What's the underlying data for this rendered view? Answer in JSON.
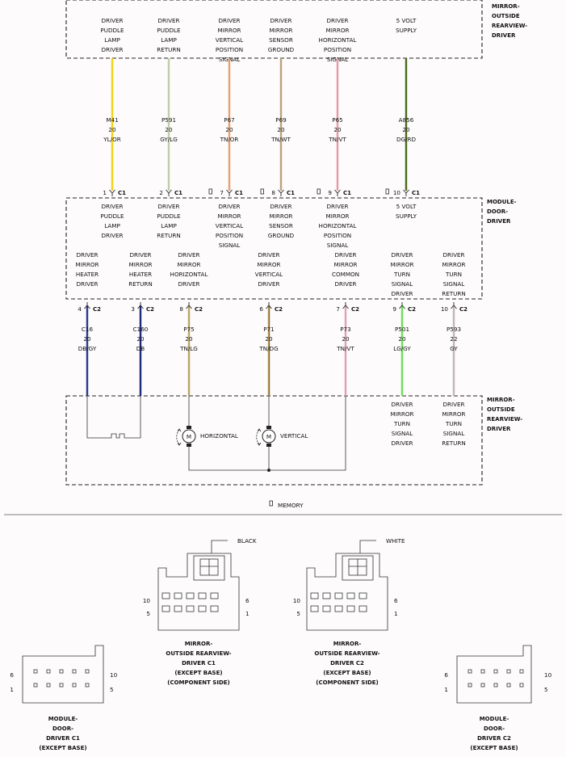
{
  "top_mirror": {
    "label": [
      "MIRROR-",
      "OUTSIDE",
      "REARVIEW-",
      "DRIVER"
    ],
    "pins": [
      [
        "DRIVER",
        "PUDDLE",
        "LAMP",
        "DRIVER"
      ],
      [
        "DRIVER",
        "PUDDLE",
        "LAMP",
        "RETURN"
      ],
      [
        "DRIVER",
        "MIRROR",
        "VERTICAL",
        "POSITION",
        "SIGNAL"
      ],
      [
        "DRIVER",
        "MIRROR",
        "SENSOR",
        "GROUND"
      ],
      [
        "DRIVER",
        "MIRROR",
        "HORIZONTAL",
        "POSITION",
        "SIGNAL"
      ],
      [
        "5 VOLT",
        "SUPPLY"
      ]
    ]
  },
  "c1_wires": [
    {
      "circuit": "M41",
      "gauge": "20",
      "color": "YL/OR",
      "pin": "1",
      "conn": "C1",
      "memory": false,
      "stroke": "#f2d21a",
      "stroke2": "#f2d21a"
    },
    {
      "circuit": "P591",
      "gauge": "20",
      "color": "GY/LG",
      "pin": "2",
      "conn": "C1",
      "memory": false,
      "stroke": "#b9cfa9",
      "stroke2": "#b9cfa9"
    },
    {
      "circuit": "P67",
      "gauge": "20",
      "color": "TN/OR",
      "pin": "7",
      "conn": "C1",
      "memory": true,
      "stroke": "#e8a070",
      "stroke2": "#e8a070"
    },
    {
      "circuit": "P69",
      "gauge": "20",
      "color": "TN/WT",
      "pin": "8",
      "conn": "C1",
      "memory": true,
      "stroke": "#bba27e",
      "stroke2": "#bba27e"
    },
    {
      "circuit": "P65",
      "gauge": "20",
      "color": "TN/VT",
      "pin": "9",
      "conn": "C1",
      "memory": true,
      "stroke": "#e69aa8",
      "stroke2": "#e69aa8"
    },
    {
      "circuit": "A856",
      "gauge": "20",
      "color": "DG/RD",
      "pin": "10",
      "conn": "C1",
      "memory": true,
      "stroke": "#4a6a1e",
      "stroke2": "#4a6a1e"
    }
  ],
  "module": {
    "label": [
      "MODULE-",
      "DOOR-",
      "DRIVER"
    ],
    "c1_pins": [
      [
        "DRIVER",
        "PUDDLE",
        "LAMP",
        "DRIVER"
      ],
      [
        "DRIVER",
        "PUDDLE",
        "LAMP",
        "RETURN"
      ],
      [
        "DRIVER",
        "MIRROR",
        "VERTICAL",
        "POSITION",
        "SIGNAL"
      ],
      [
        "DRIVER",
        "MIRROR",
        "SENSOR",
        "GROUND"
      ],
      [
        "DRIVER",
        "MIRROR",
        "HORIZONTAL",
        "POSITION",
        "SIGNAL"
      ],
      [
        "5 VOLT",
        "SUPPLY"
      ]
    ],
    "c2_pins": [
      [
        "DRIVER",
        "MIRROR",
        "HEATER",
        "DRIVER"
      ],
      [
        "DRIVER",
        "MIRROR",
        "HEATER",
        "RETURN"
      ],
      [
        "DRIVER",
        "MIRROR",
        "HORIZONTAL",
        "DRIVER"
      ],
      [
        "DRIVER",
        "MIRROR",
        "VERTICAL",
        "DRIVER"
      ],
      [
        "DRIVER",
        "MIRROR",
        "COMMON",
        "DRIVER"
      ],
      [
        "DRIVER",
        "MIRROR",
        "TURN",
        "SIGNAL",
        "DRIVER"
      ],
      [
        "DRIVER",
        "MIRROR",
        "TURN",
        "SIGNAL",
        "RETURN"
      ]
    ]
  },
  "c2_wires": [
    {
      "circuit": "C16",
      "gauge": "20",
      "color": "DB/GY",
      "pin": "4",
      "conn": "C2",
      "stroke": "#2a3a8a",
      "stroke2": "#2a3a8a"
    },
    {
      "circuit": "C160",
      "gauge": "20",
      "color": "DB",
      "pin": "3",
      "conn": "C2",
      "stroke": "#1c2a7a",
      "stroke2": "#1c2a7a"
    },
    {
      "circuit": "P75",
      "gauge": "20",
      "color": "TN/LG",
      "pin": "8",
      "conn": "C2",
      "stroke": "#c8a070",
      "stroke2": "#6ecb5a"
    },
    {
      "circuit": "P71",
      "gauge": "20",
      "color": "TN/DG",
      "pin": "6",
      "conn": "C2",
      "stroke": "#c08a5a",
      "stroke2": "#3a8a3a"
    },
    {
      "circuit": "P73",
      "gauge": "20",
      "color": "TN/VT",
      "pin": "7",
      "conn": "C2",
      "stroke": "#e0a0b4",
      "stroke2": "#e0a0b4"
    },
    {
      "circuit": "P501",
      "gauge": "20",
      "color": "LG/GY",
      "pin": "9",
      "conn": "C2",
      "stroke": "#6ee05a",
      "stroke2": "#6ee05a"
    },
    {
      "circuit": "P593",
      "gauge": "22",
      "color": "GY",
      "pin": "10",
      "conn": "C2",
      "stroke": "#c4b4be",
      "stroke2": "#c4b4be"
    }
  ],
  "bottom_mirror": {
    "label": [
      "MIRROR-",
      "OUTSIDE",
      "REARVIEW-",
      "DRIVER"
    ],
    "motor_glyph": "M",
    "horizontal_label": "HORIZONTAL",
    "vertical_label": "VERTICAL",
    "turn_pins": [
      [
        "DRIVER",
        "MIRROR",
        "TURN",
        "SIGNAL",
        "DRIVER"
      ],
      [
        "DRIVER",
        "MIRROR",
        "TURN",
        "SIGNAL",
        "RETURN"
      ]
    ]
  },
  "legend": {
    "memory_label": "MEMORY"
  },
  "connector_views": [
    {
      "id": "mirror-c1",
      "color_label": "BLACK",
      "pin_left_top": "10",
      "pin_left_bottom": "5",
      "pin_right_top": "6",
      "pin_right_bottom": "1",
      "caption": [
        "MIRROR-",
        "OUTSIDE REARVIEW-",
        "DRIVER C1",
        "(EXCEPT BASE)",
        "(COMPONENT SIDE)"
      ]
    },
    {
      "id": "mirror-c2",
      "color_label": "WHITE",
      "pin_left_top": "10",
      "pin_left_bottom": "5",
      "pin_right_top": "6",
      "pin_right_bottom": "1",
      "caption": [
        "MIRROR-",
        "OUTSIDE REARVIEW-",
        "DRIVER C2",
        "(EXCEPT BASE)",
        "(COMPONENT SIDE)"
      ]
    },
    {
      "id": "module-c1",
      "pin_left_top": "6",
      "pin_left_bottom": "1",
      "pin_right_top": "10",
      "pin_right_bottom": "5",
      "caption": [
        "MODULE-",
        "DOOR-",
        "DRIVER C1",
        "(EXCEPT BASE)"
      ]
    },
    {
      "id": "module-c2",
      "pin_left_top": "6",
      "pin_left_bottom": "1",
      "pin_right_top": "10",
      "pin_right_bottom": "5",
      "caption": [
        "MODULE-",
        "DOOR-",
        "DRIVER C2",
        "(EXCEPT BASE)"
      ]
    }
  ]
}
